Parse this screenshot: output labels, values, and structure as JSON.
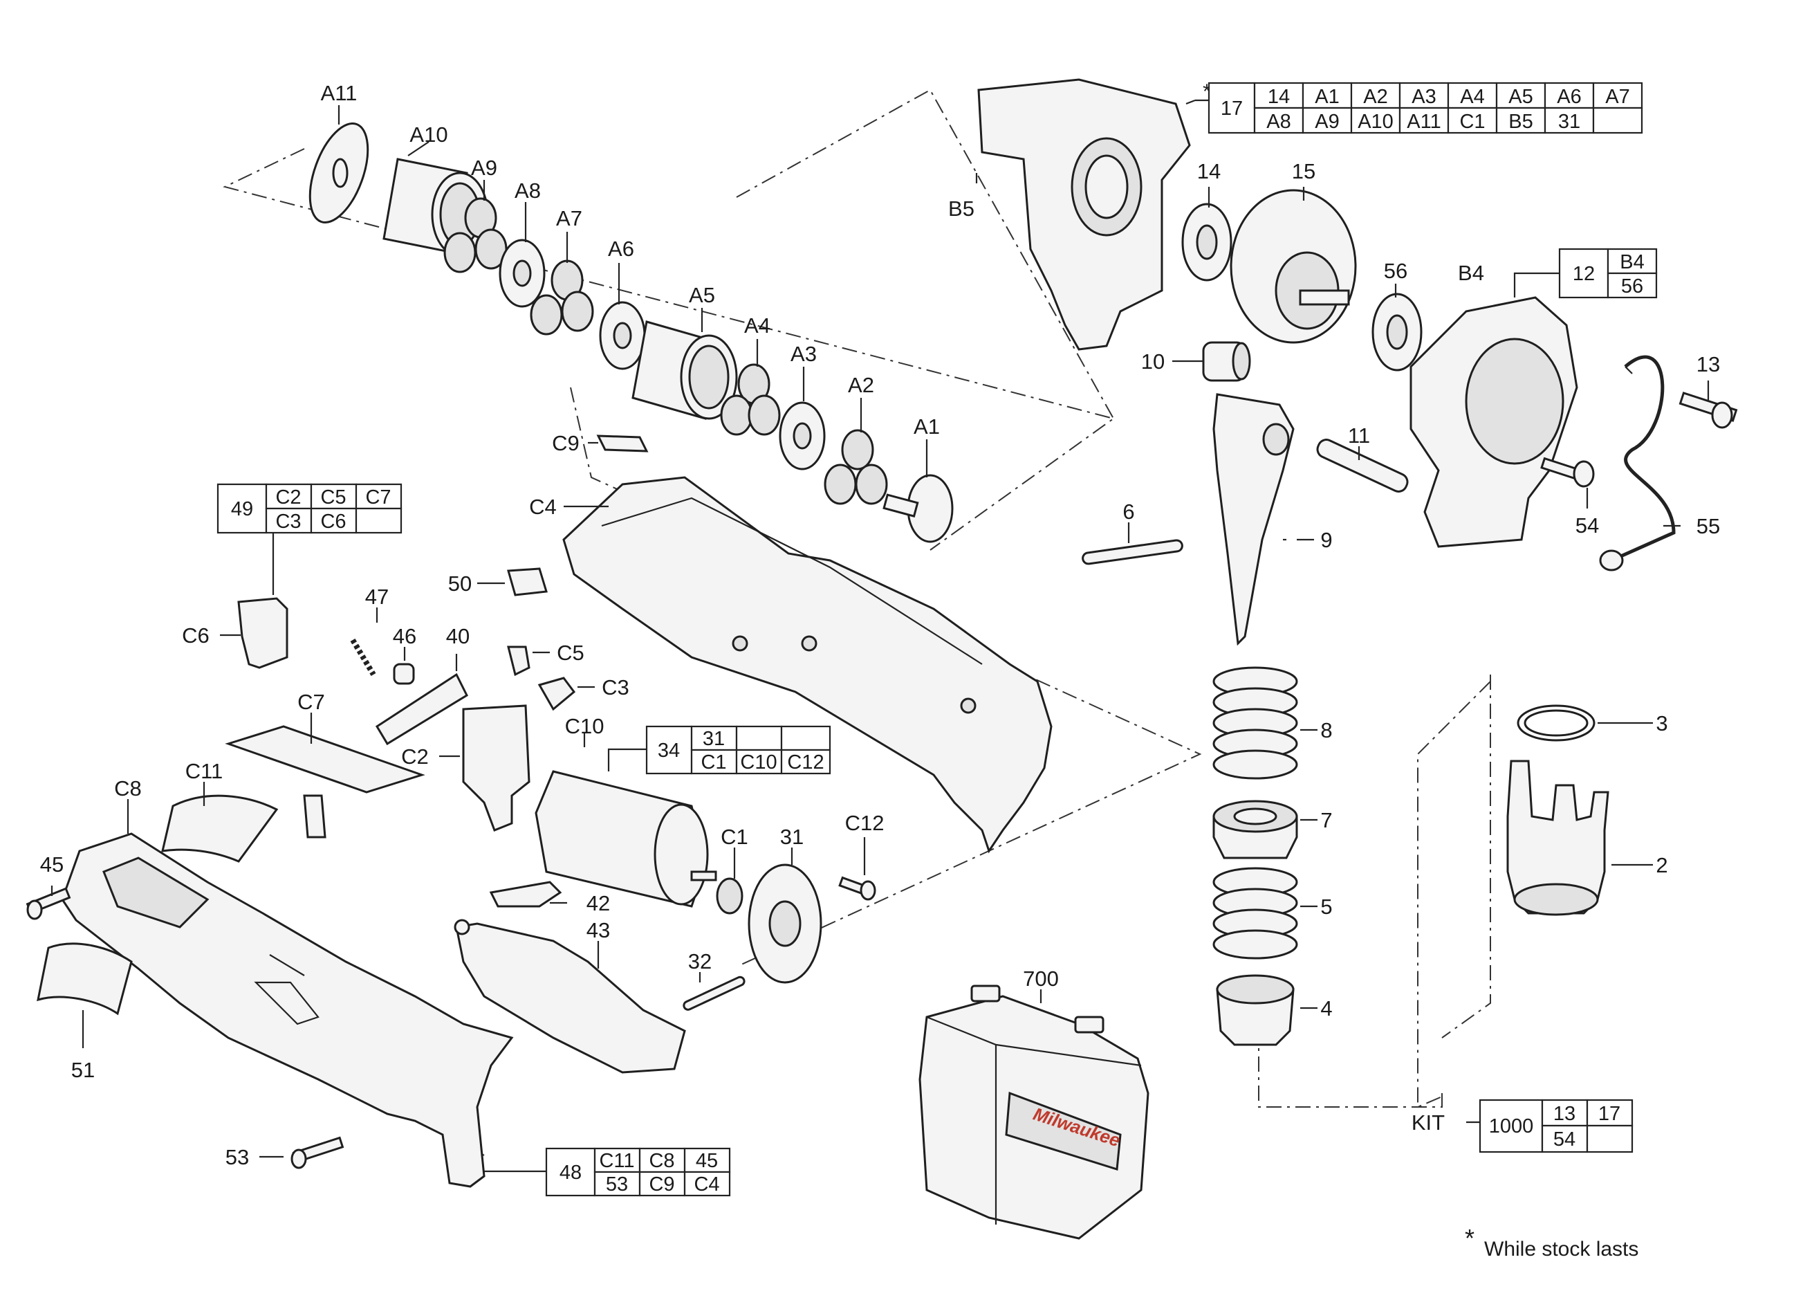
{
  "callouts": {
    "A11": "A11",
    "A10": "A10",
    "A9": "A9",
    "A8": "A8",
    "A7": "A7",
    "A6": "A6",
    "A5": "A5",
    "A4": "A4",
    "A3": "A3",
    "A2": "A2",
    "A1": "A1",
    "B5": "B5",
    "B4": "B4",
    "C9": "C9",
    "C4": "C4",
    "C6": "C6",
    "C7": "C7",
    "C8": "C8",
    "C11": "C11",
    "C5": "C5",
    "C3": "C3",
    "C2": "C2",
    "C10": "C10",
    "C1": "C1",
    "C12": "C12",
    "n14": "14",
    "n15": "15",
    "n56": "56",
    "n10": "10",
    "n13": "13",
    "n11": "11",
    "n6": "6",
    "n9": "9",
    "n54": "54",
    "n55": "55",
    "n8": "8",
    "n7": "7",
    "n5": "5",
    "n4": "4",
    "n3": "3",
    "n2": "2",
    "n47": "47",
    "n46": "46",
    "n40": "40",
    "n50": "50",
    "n45": "45",
    "n42": "42",
    "n43": "43",
    "n31": "31",
    "n32": "32",
    "n51": "51",
    "n53": "53",
    "n700": "700"
  },
  "tables": {
    "t17": {
      "key": "17",
      "row1": [
        "14",
        "A1",
        "A2",
        "A3",
        "A4",
        "A5",
        "A6",
        "A7"
      ],
      "row2": [
        "A8",
        "A9",
        "A10",
        "A11",
        "C1",
        "B5",
        "31",
        ""
      ]
    },
    "t12": {
      "key": "12",
      "row1": [
        "B4"
      ],
      "row2": [
        "56"
      ]
    },
    "t49": {
      "key": "49",
      "row1": [
        "C2",
        "C5",
        "C7"
      ],
      "row2": [
        "C3",
        "C6",
        ""
      ]
    },
    "t34": {
      "key": "34",
      "row1": [
        "31",
        "",
        ""
      ],
      "row2": [
        "C1",
        "C10",
        "C12"
      ]
    },
    "t48": {
      "key": "48",
      "row1": [
        "C11",
        "C8",
        "45"
      ],
      "row2": [
        "53",
        "C9",
        "C4"
      ]
    },
    "kit": {
      "label": "KIT",
      "key": "1000",
      "row1": [
        "13",
        "17"
      ],
      "row2": [
        "54",
        ""
      ]
    }
  },
  "brand": "Milwaukee",
  "asterisk": "*",
  "footnote": "While stock lasts"
}
